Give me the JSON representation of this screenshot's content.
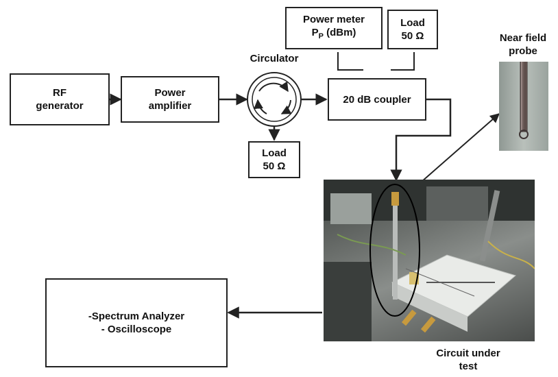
{
  "blocks": {
    "rf_generator": {
      "line1": "RF",
      "line2": "generator"
    },
    "power_amplifier": {
      "line1": "Power",
      "line2": "amplifier"
    },
    "circulator": {
      "label": "Circulator"
    },
    "load_circ": {
      "line1": "Load",
      "line2": "50 Ω"
    },
    "coupler": {
      "label": "20 dB coupler"
    },
    "power_meter": {
      "line1": "Power meter",
      "line2": "P",
      "sub": "P",
      "line2_rest": " (dBm)"
    },
    "load_coupler": {
      "line1": "Load",
      "line2": "50 Ω"
    },
    "probe": {
      "line1": "Near field",
      "line2": "probe"
    },
    "analyzer": {
      "line1": "-Spectrum Analyzer",
      "line2": "- Oscilloscope"
    },
    "cut": {
      "line1": "Circuit under",
      "line2": "test"
    }
  },
  "colors": {
    "line": "#222222",
    "photo_bg": "#5b5f5c",
    "probe_bg": "#a9b0ab"
  }
}
